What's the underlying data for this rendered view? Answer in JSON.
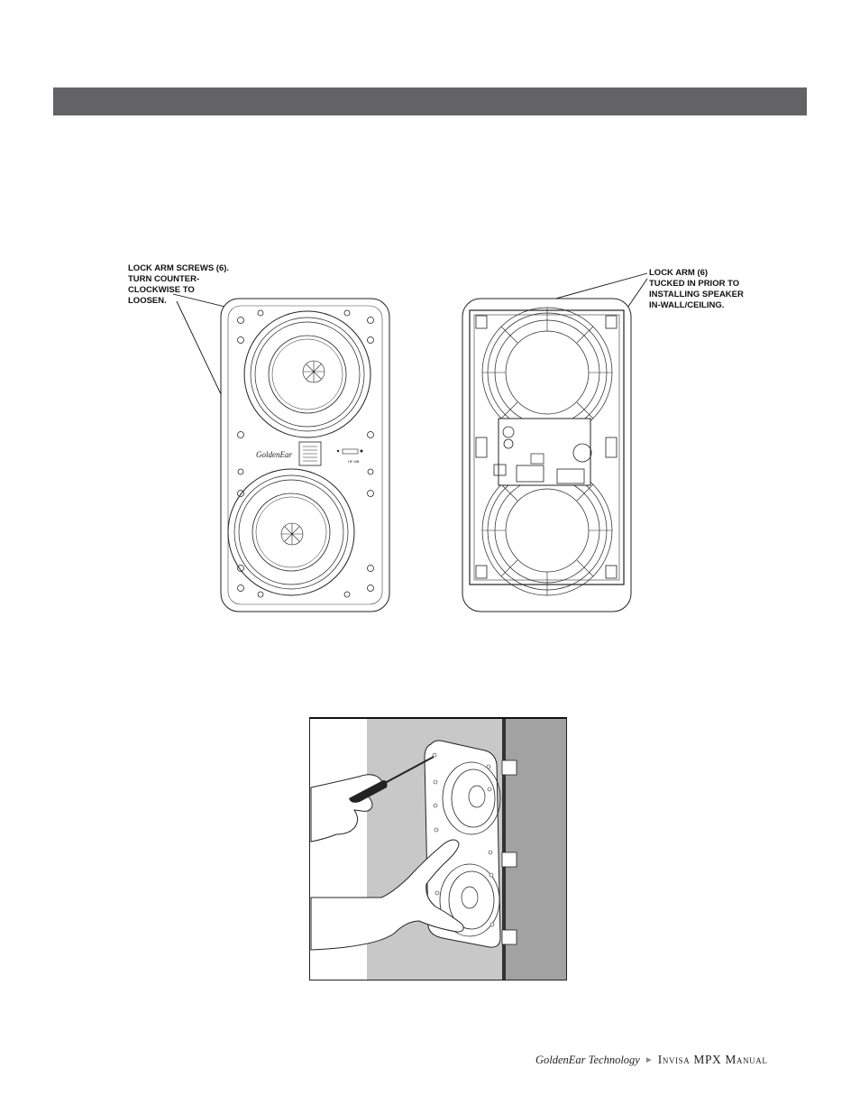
{
  "header": {
    "bar_color": "#636365"
  },
  "callouts": {
    "lock_arm_screws": "LOCK ARM SCREWS (6).\nTURN COUNTER-\nCLOCKWISE TO\nLOOSEN.",
    "lock_arm": "LOCK ARM (6)\nTUCKED IN PRIOR TO\nINSTALLING SPEAKER\nIN-WALL/CEILING."
  },
  "figures": {
    "front_logo": "GoldenEar",
    "front_small_label": "HF  MB"
  },
  "footer": {
    "brand": "GoldenEar Technology",
    "arrow": "►",
    "manual": "Invisa MPX Manual"
  }
}
